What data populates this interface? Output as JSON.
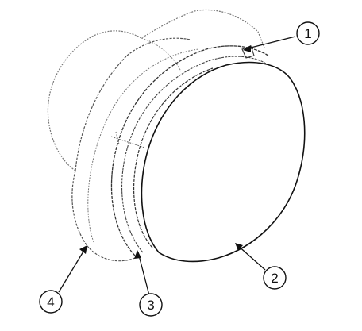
{
  "diagram": {
    "callouts": [
      {
        "number": "1"
      },
      {
        "number": "2"
      },
      {
        "number": "3"
      },
      {
        "number": "4"
      }
    ],
    "colors": {
      "line": "#222222",
      "light_line": "#666666",
      "background": "#ffffff"
    }
  }
}
